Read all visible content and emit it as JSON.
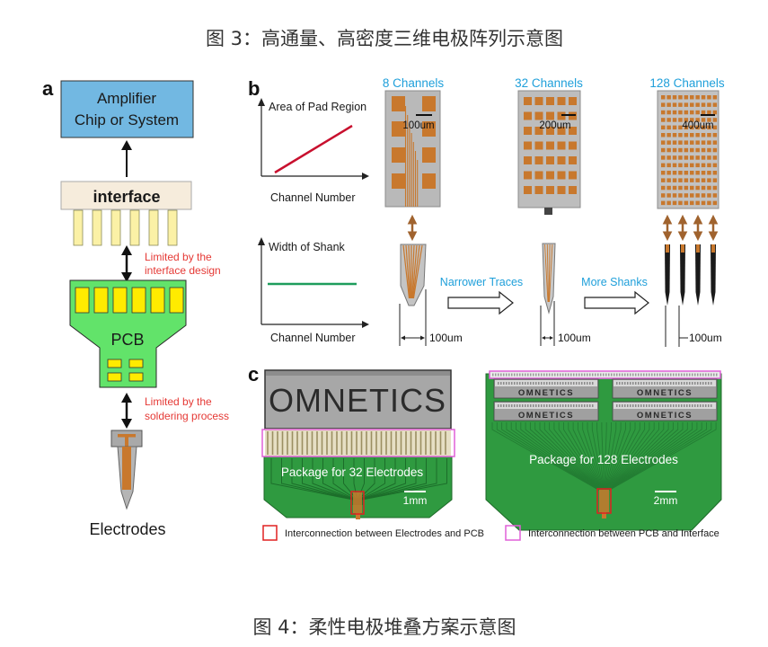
{
  "captions": {
    "figure3": "图 3：高通量、高密度三维电极阵列示意图",
    "figure4": "图 4：柔性电极堆叠方案示意图"
  },
  "panel_a": {
    "label": "a",
    "amplifier": [
      "Amplifier",
      "Chip or System"
    ],
    "interface": "interface",
    "limit_interface": [
      "Limited by the",
      "interface design"
    ],
    "pcb": "PCB",
    "limit_soldering": [
      "Limited by the",
      "soldering process"
    ],
    "electrodes": "Electrodes"
  },
  "panel_b": {
    "label": "b",
    "columns": [
      "8 Channels",
      "32 Channels",
      "128 Channels"
    ],
    "pad_scale_bars": [
      "100um",
      "200um",
      "400um"
    ],
    "shank_scale_bars": [
      "100um",
      "100um",
      "100um"
    ],
    "graph_top": {
      "ylabel": "Area of Pad Region",
      "xlabel": "Channel Number"
    },
    "graph_bottom": {
      "ylabel": "Width of Shank",
      "xlabel": "Channel Number"
    },
    "transitions": [
      "Narrower Traces",
      "More Shanks"
    ]
  },
  "panel_c": {
    "label": "c",
    "left": {
      "connector": "OMNETICS",
      "package": "Package for 32 Electrodes",
      "scale": "1mm"
    },
    "right": {
      "connectors": [
        "OMNETICS",
        "OMNETICS",
        "OMNETICS",
        "OMNETICS"
      ],
      "package": "Package for 128 Electrodes",
      "scale": "2mm"
    },
    "legend": [
      "Interconnection between Electrodes and PCB",
      "Interconnection between PCB and Interface"
    ]
  },
  "colors": {
    "channel_label": "#1e9fda",
    "limit_note": "#e53935",
    "pad_trace": "#c8782d",
    "pcb_green": "#62e36a",
    "board_green": "#2f9a40",
    "pad_region_line": "#c8102e",
    "shank_width_line": "#1e9d5c",
    "electrode_pcb_box": "#e02020",
    "pcb_interface_box": "#e060d8",
    "amplifier_blue": "#72b8e2",
    "arrow_brown": "#a0632e"
  }
}
